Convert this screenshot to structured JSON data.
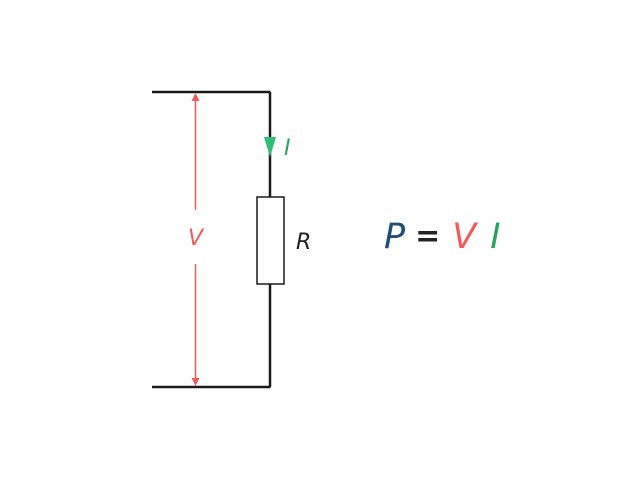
{
  "diagram": {
    "current_label": "I",
    "voltage_label": "V",
    "resistor_label": "R",
    "formula": {
      "power": "P",
      "equals": "=",
      "voltage": "V",
      "current": "I"
    }
  },
  "colors": {
    "wire": "#1a1a1a",
    "voltage": "#f05a5a",
    "current": "#2fbf78",
    "current_text": "#27a560",
    "power": "#1f4e79"
  }
}
